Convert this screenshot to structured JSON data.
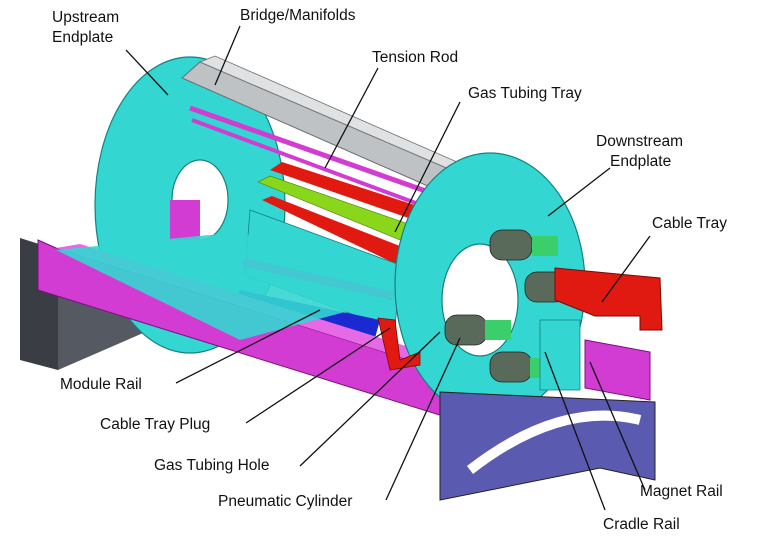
{
  "labels": {
    "upstream_endplate_line1": "Upstream",
    "upstream_endplate_line2": "Endplate",
    "bridge_manifolds": "Bridge/Manifolds",
    "tension_rod": "Tension Rod",
    "gas_tubing_tray": "Gas Tubing Tray",
    "downstream_endplate_line1": "Downstream",
    "downstream_endplate_line2": "Endplate",
    "cable_tray": "Cable Tray",
    "module_rail": "Module Rail",
    "cable_tray_plug": "Cable Tray Plug",
    "gas_tubing_hole": "Gas Tubing Hole",
    "pneumatic_cylinder": "Pneumatic Cylinder",
    "magnet_rail": "Magnet Rail",
    "cradle_rail": "Cradle Rail"
  },
  "colors": {
    "endplate": "#33d6d0",
    "endplate_dark": "#1fa8a4",
    "rail": "#d23cd2",
    "rail_dark": "#a020a8",
    "bridge": "#bfc2c4",
    "red_tray": "#e01a10",
    "green_tray": "#8ad61a",
    "blue": "#1a2ad0",
    "stand": "#3a3d44",
    "stand_blue": "#5a5ab0",
    "steel": "#9aa0a4"
  }
}
